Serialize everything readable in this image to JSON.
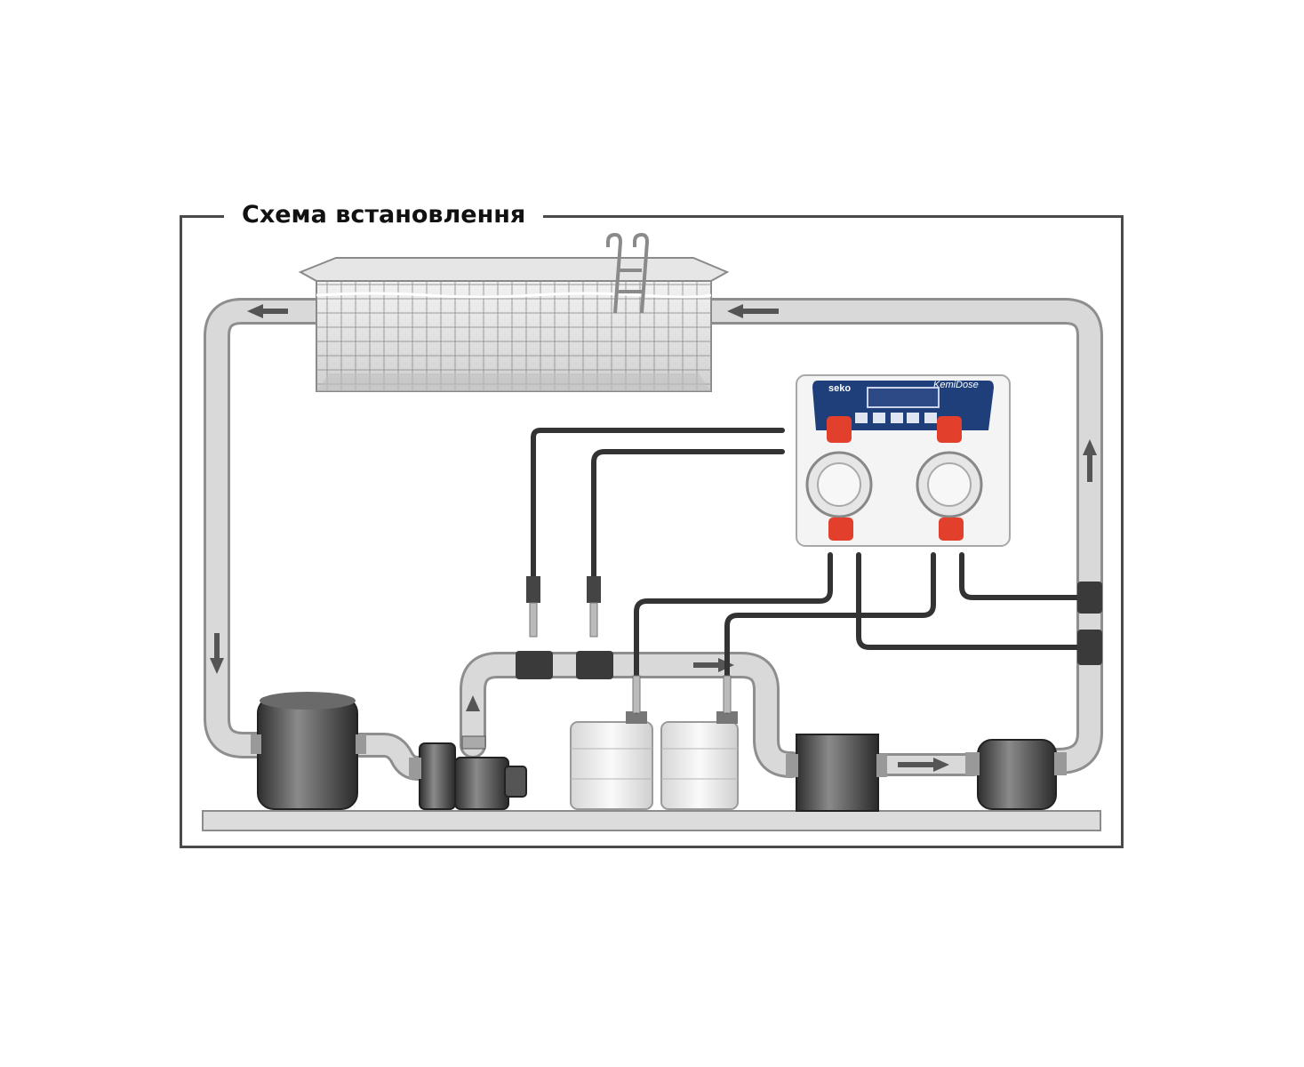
{
  "title": "Схема встановлення",
  "doser": {
    "brand": "seko",
    "model": "KemiDose"
  },
  "colors": {
    "frame": "#4a4a4a",
    "pipe": "#c8c8c8",
    "tube": "#333333",
    "doser_panel": "#1f3f7a",
    "pump_head_red": "#e2402c",
    "equipment_dark": "#4a4a4a"
  },
  "components": [
    "pool",
    "sand-filter",
    "circulation-pump",
    "chemical-canister-1",
    "chemical-canister-2",
    "dosing-pump-kemidose",
    "probe-holder",
    "heater"
  ]
}
